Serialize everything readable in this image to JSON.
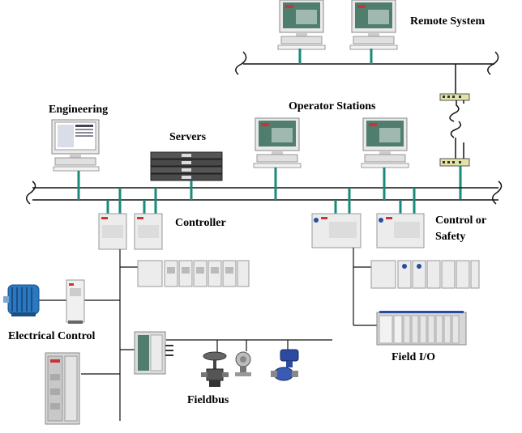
{
  "labels": {
    "remote_system": "Remote System",
    "engineering": "Engineering",
    "operator_stations": "Operator Stations",
    "servers": "Servers",
    "controller": "Controller",
    "control_or_safety_line1": "Control or",
    "control_or_safety_line2": "Safety",
    "electrical_control": "Electrical Control",
    "field_io": "Field I/O",
    "fieldbus": "Fieldbus"
  },
  "colors": {
    "network_line": "#111111",
    "network_band": "#ffffff",
    "connector": "#1b8a7a",
    "monitor_screen": "#4f7e6e",
    "device_body": "#ececec",
    "motor": "#2a78c2",
    "valve": "#2b4aa0"
  }
}
